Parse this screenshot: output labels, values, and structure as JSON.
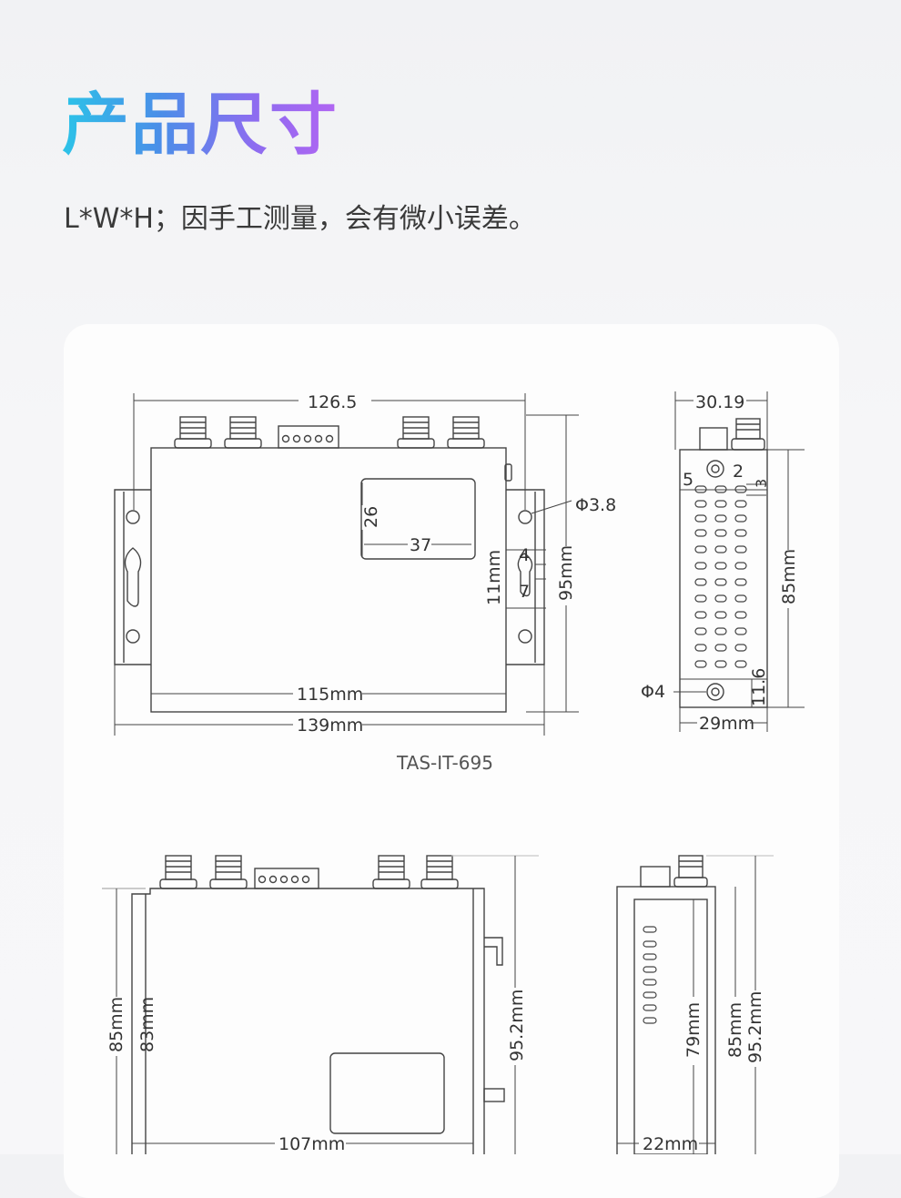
{
  "header": {
    "title": "产品尺寸",
    "subtitle": "L*W*H；因手工测量，会有微小误差。"
  },
  "front_view": {
    "overall_width": "126.5",
    "module_width": "115mm",
    "flange_width": "139mm",
    "height": "95mm",
    "slot_length": "11mm",
    "window_height": "26",
    "window_width": "37",
    "slot_top": "4",
    "slot_bottom": "7",
    "hole_diameter": "Φ3.8"
  },
  "side_view": {
    "top_width": "30.19",
    "bottom_width": "29mm",
    "height": "85mm",
    "dim_5": "5",
    "dim_2": "2",
    "dim_3": "3",
    "dim_11_6": "11.6",
    "hole_diameter": "Φ4"
  },
  "model": "TAS-IT-695",
  "lower_front_view": {
    "height_outer": "85mm",
    "height_inner": "83mm",
    "height_total": "95.2mm",
    "width": "107mm"
  },
  "lower_side_view": {
    "inner_height": "79mm",
    "height_outer": "85mm",
    "height_total": "95.2mm",
    "width": "22mm"
  }
}
